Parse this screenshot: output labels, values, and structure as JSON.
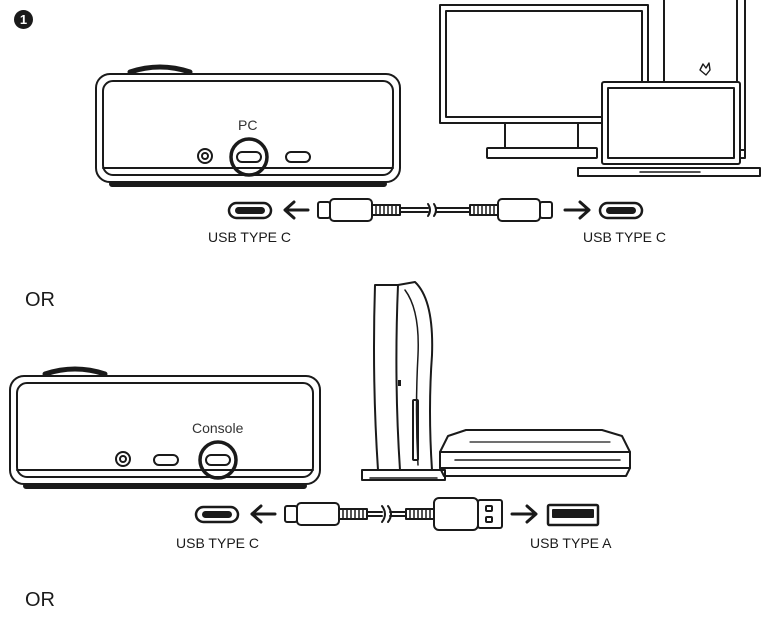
{
  "step": {
    "number": "1"
  },
  "section_pc": {
    "port_label": "PC",
    "left_connector_label": "USB TYPE C",
    "right_connector_label": "USB TYPE C"
  },
  "separator_1": "OR",
  "section_console": {
    "port_label": "Console",
    "left_connector_label": "USB TYPE C",
    "right_connector_label": "USB TYPE A"
  },
  "separator_2": "OR",
  "colors": {
    "line": "#1a1a1a",
    "background": "#ffffff"
  }
}
